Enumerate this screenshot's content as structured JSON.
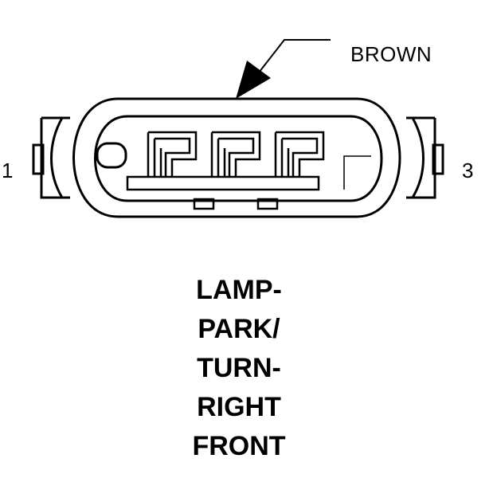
{
  "wire_label": "BROWN",
  "pins": {
    "left": "1",
    "right": "3"
  },
  "title_lines": [
    "LAMP-",
    "PARK/",
    "TURN-",
    "RIGHT",
    "FRONT"
  ],
  "colors": {
    "line": "#000000",
    "background": "#ffffff"
  }
}
